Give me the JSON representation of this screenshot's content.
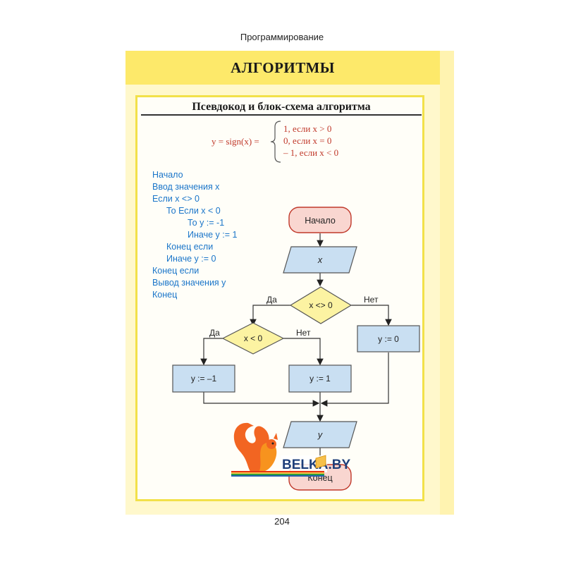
{
  "header": {
    "running_title": "Программирование"
  },
  "banner": {
    "title": "АЛГОРИТМЫ"
  },
  "section": {
    "title": "Псевдокод и блок-схема алгоритма"
  },
  "formula": {
    "lhs": "y = sign(x) =",
    "case1": "1, если x > 0",
    "case2": "0, если x = 0",
    "case3": "– 1, если x < 0"
  },
  "pseudocode": [
    "Начало",
    "Ввод значения x",
    "Если x <> 0",
    "То Если x < 0",
    "То y := -1",
    "Иначе y := 1",
    "Конец если",
    "Иначе y := 0",
    "Конец если",
    "Вывод значения y",
    "Конец"
  ],
  "flowchart": {
    "start": "Начало",
    "input": "x",
    "cond1": "x <> 0",
    "cond1_yes": "Да",
    "cond1_no": "Нет",
    "cond2": "x < 0",
    "cond2_yes": "Да",
    "cond2_no": "Нет",
    "assign_neg": "y := –1",
    "assign_pos": "y := 1",
    "assign_zero": "y := 0",
    "output": "y",
    "end": "Конец"
  },
  "watermark": {
    "text": "BELKA.BY"
  },
  "footer": {
    "page_number": "204"
  },
  "colors": {
    "banner": "#fde96a",
    "page_bg": "#fff8cc",
    "frame": "#f2e14a",
    "terminal_fill": "#f9d6d0",
    "terminal_stroke": "#c0392b",
    "process_fill": "#c9dff2",
    "decision_fill": "#fcf3a2",
    "pseudocode_text": "#1a75c9",
    "formula_text": "#c0392b",
    "logo_orange": "#f26522"
  }
}
